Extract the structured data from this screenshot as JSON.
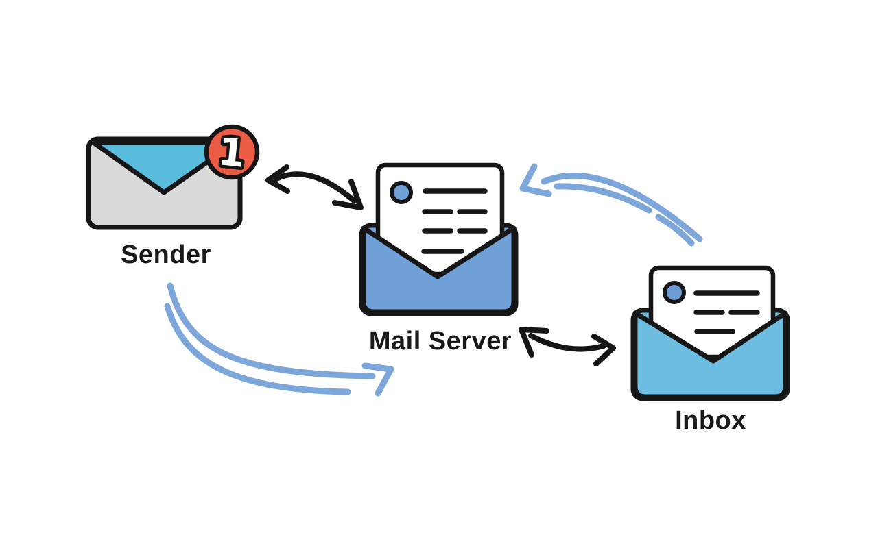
{
  "diagram": {
    "description": "Email delivery flow illustration",
    "background": "#ffffff",
    "colors": {
      "outline": "#161616",
      "label_text": "#1a1a1a",
      "arrow_black": "#161616",
      "arrow_blue": "#7DA6DA",
      "sender_flap": "#5ABCDC",
      "sender_body": "#DADADA",
      "badge_bg": "#EC5B43",
      "badge_text": "#FFFFFF",
      "server_envelope": "#6FA0D8",
      "inbox_envelope": "#6CBDDF",
      "paper": "#FFFFFF",
      "server_avatar": "#6FA0D8",
      "inbox_avatar": "#6C9CD4"
    },
    "nodes": {
      "sender": {
        "label": "Sender",
        "badge_count": "1"
      },
      "mail_server": {
        "label": "Mail Server"
      },
      "inbox": {
        "label": "Inbox"
      }
    },
    "edges": [
      {
        "id": "sender-server-black",
        "from": "Sender",
        "to": "Mail Server",
        "direction": "bidirectional",
        "style": "black curved double-headed arrow"
      },
      {
        "id": "server-inbox-black",
        "from": "Mail Server",
        "to": "Inbox",
        "direction": "bidirectional",
        "style": "black curved double-headed arrow"
      },
      {
        "id": "sender-server-blue",
        "from": "Sender",
        "to": "Mail Server",
        "direction": "one-way",
        "style": "blue double-line curved arrow"
      },
      {
        "id": "inbox-server-blue",
        "from": "Inbox",
        "to": "Mail Server",
        "direction": "one-way",
        "style": "blue double-line curved arrow"
      }
    ]
  }
}
